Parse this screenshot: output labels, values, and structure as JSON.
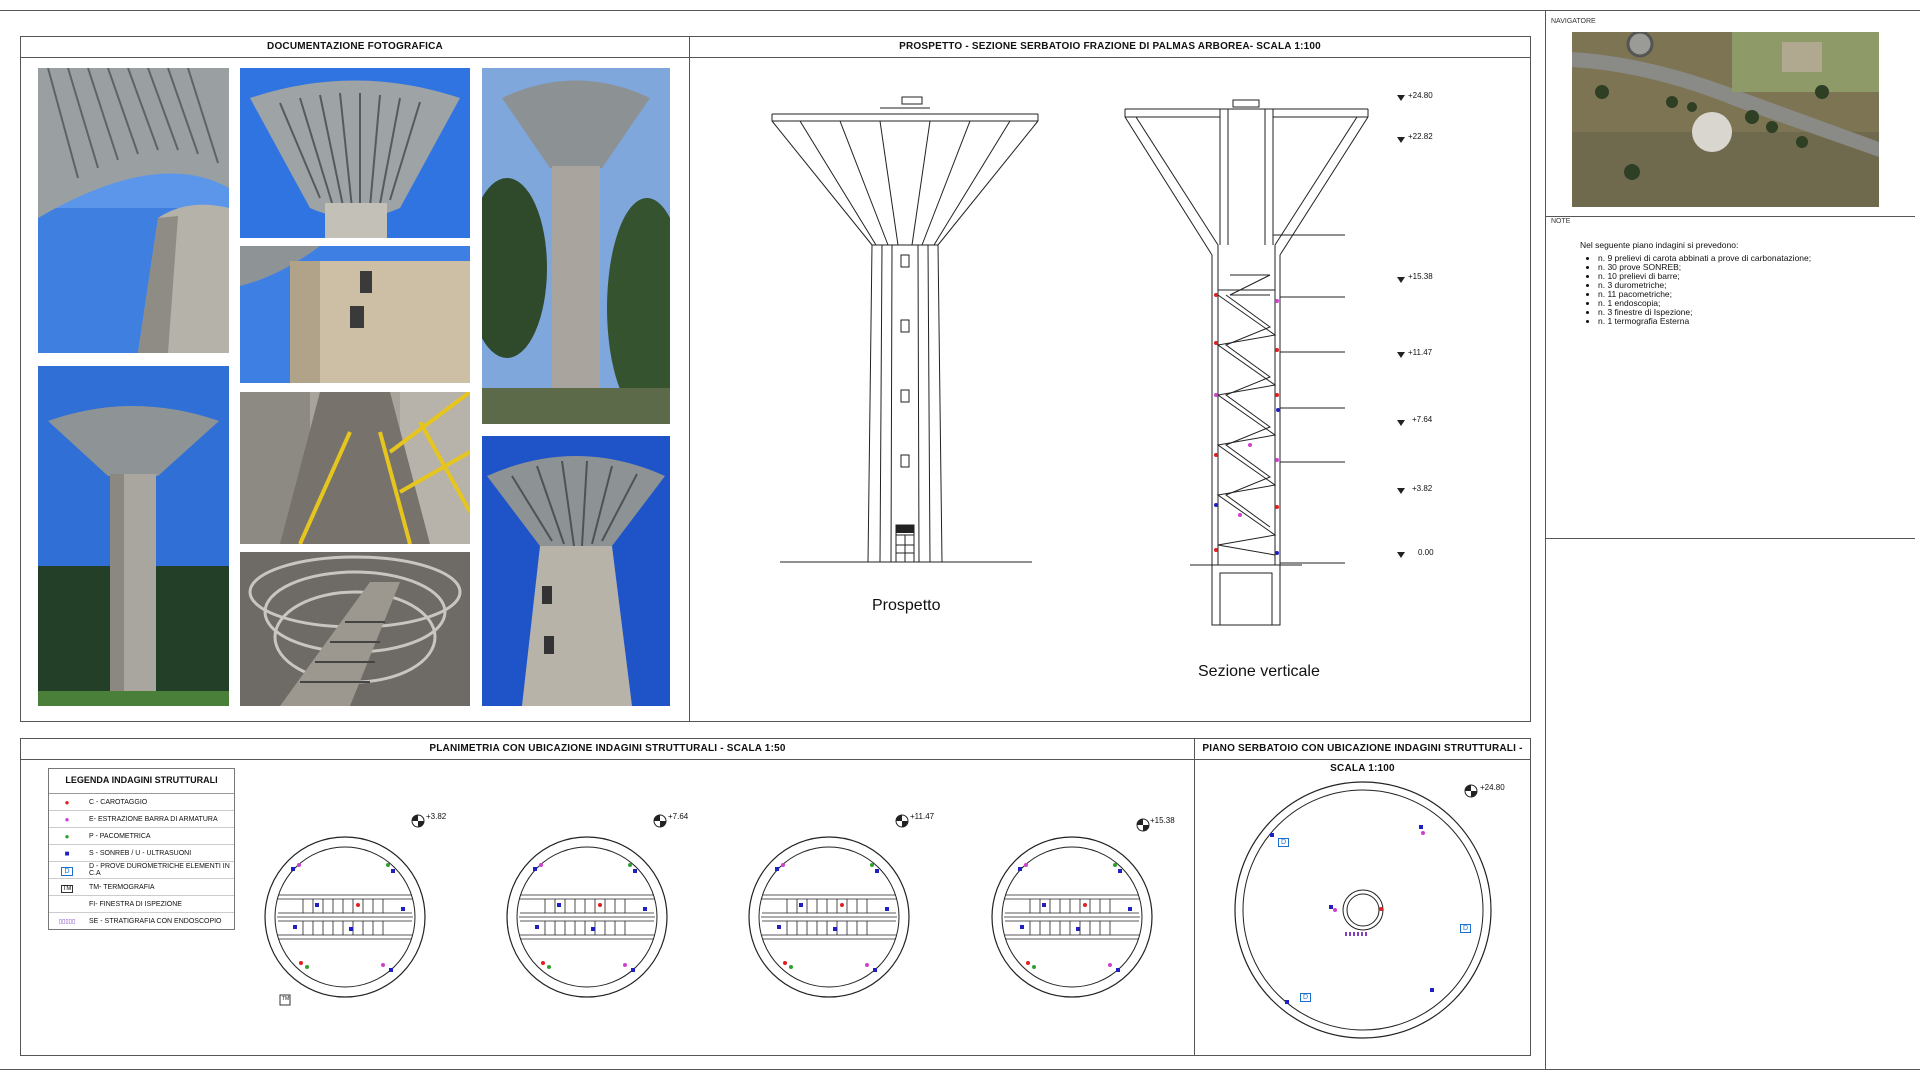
{
  "photo_panel": {
    "title": "DOCUMENTAZIONE FOTOGRAFICA"
  },
  "elevation_panel": {
    "title": "PROSPETTO - SEZIONE SERBATOIO FRAZIONE DI PALMAS ARBOREA- SCALA 1:100",
    "caption_prospetto": "Prospetto",
    "caption_sezione": "Sezione verticale",
    "levels": [
      "+24.80",
      "+22.82",
      "+15.38",
      "+11.47",
      "+7.64",
      "+3.82",
      "0.00"
    ]
  },
  "navigator": {
    "title": "NAVIGATORE"
  },
  "notes": {
    "title": "NOTE",
    "intro": "Nel seguente piano indagini si prevedono:",
    "items": [
      "n. 9 prelievi di carota abbinati a prove di carbonatazione;",
      "n. 30 prove SONREB;",
      "n. 10 prelievi di barre;",
      "n. 3 durometriche;",
      "n. 11 pacometriche;",
      "n. 1 endoscopia;",
      "n. 3 finestre di Ispezione;",
      "n. 1 termografia Esterna"
    ]
  },
  "plan_panel": {
    "title": "PLANIMETRIA CON UBICAZIONE INDAGINI STRUTTURALI - SCALA 1:50",
    "levels": [
      "+3.82",
      "+7.64",
      "+11.47",
      "+15.38"
    ],
    "tm_label": "TM"
  },
  "tank_panel": {
    "title": "PIANO SERBATOIO CON UBICAZIONE INDAGINI STRUTTURALI - SCALA 1:100",
    "level": "+24.80",
    "d_label": "D"
  },
  "legend": {
    "title": "LEGENDA INDAGINI STRUTTURALI",
    "items": [
      {
        "symbol": "●",
        "label": "C - CAROTAGGIO"
      },
      {
        "symbol": "●",
        "label": "E- ESTRAZIONE BARRA DI ARMATURA"
      },
      {
        "symbol": "●",
        "label": "P - PACOMETRICA"
      },
      {
        "symbol": "■",
        "label": "S - SONREB / U - ULTRASUONI"
      },
      {
        "symbol": "D",
        "label": "D - PROVE DUROMETRICHE ELEMENTI IN C.A"
      },
      {
        "symbol": "TM",
        "label": "TM- TERMOGRAFIA"
      },
      {
        "symbol": "",
        "label": "FI- FINESTRA DI ISPEZIONE"
      },
      {
        "symbol": "▯▯▯▯▯",
        "label": "SE - STRATIGRAFIA CON ENDOSCOPIO"
      }
    ]
  },
  "colors": {
    "carotaggio": "#e02020",
    "estrazione": "#d040d0",
    "pacometrica": "#30a030",
    "sonreb": "#2020c0",
    "durometriche": "#1a6fd0"
  }
}
